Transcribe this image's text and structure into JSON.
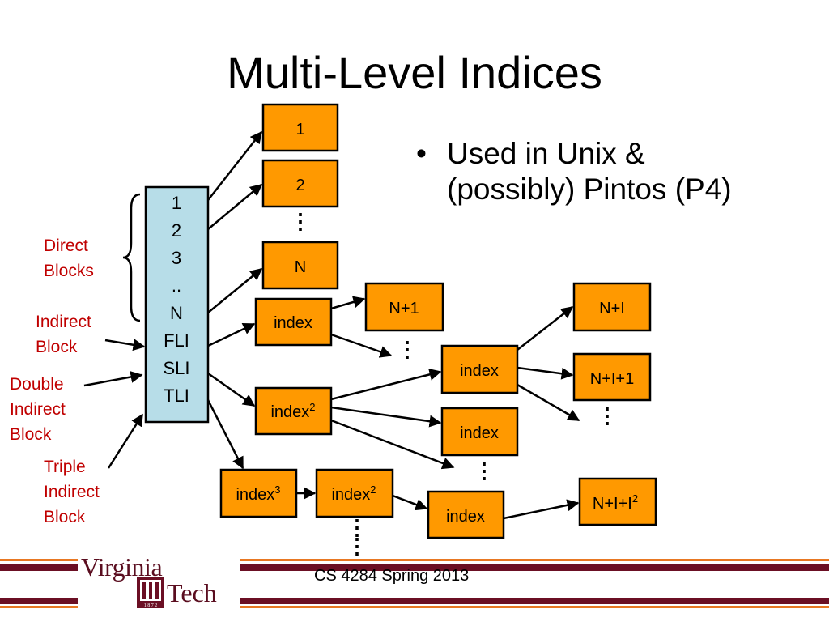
{
  "slide": {
    "title": "Multi-Level Indices",
    "bullet": "Used in Unix & (possibly) Pintos (P4)",
    "footer": "CS 4284 Spring 2013"
  },
  "logo": {
    "line1": "Virginia",
    "line2": "Tech",
    "year": "1 8 7 2"
  },
  "inode": {
    "entries": [
      "1",
      "2",
      "3",
      "..",
      "N",
      "FLI",
      "SLI",
      "TLI"
    ]
  },
  "labels": {
    "direct": [
      "Direct",
      "Blocks"
    ],
    "indirect": [
      "Indirect",
      "Block"
    ],
    "double": [
      "Double",
      "Indirect",
      "Block"
    ],
    "triple": [
      "Triple",
      "Indirect",
      "Block"
    ]
  },
  "blocks": {
    "b1": "1",
    "b2": "2",
    "bn": "N",
    "idx1": "index",
    "n1": "N+1",
    "idx2": "index",
    "idx2_sup": "2",
    "mid_idx_a": "index",
    "mid_idx_b": "index",
    "nl": "N+I",
    "nl1": "N+I+1",
    "idx3": "index",
    "idx3_sup": "3",
    "idx2b": "index",
    "idx2b_sup": "2",
    "bottom_idx": "index",
    "nll2": "N+I+I",
    "nll2_sup": "2"
  },
  "colors": {
    "block_fill": "#ff9900",
    "inode_fill": "#b7dde8",
    "label_red": "#c00000",
    "brand_maroon": "#6b0f24",
    "brand_orange": "#e87722"
  }
}
